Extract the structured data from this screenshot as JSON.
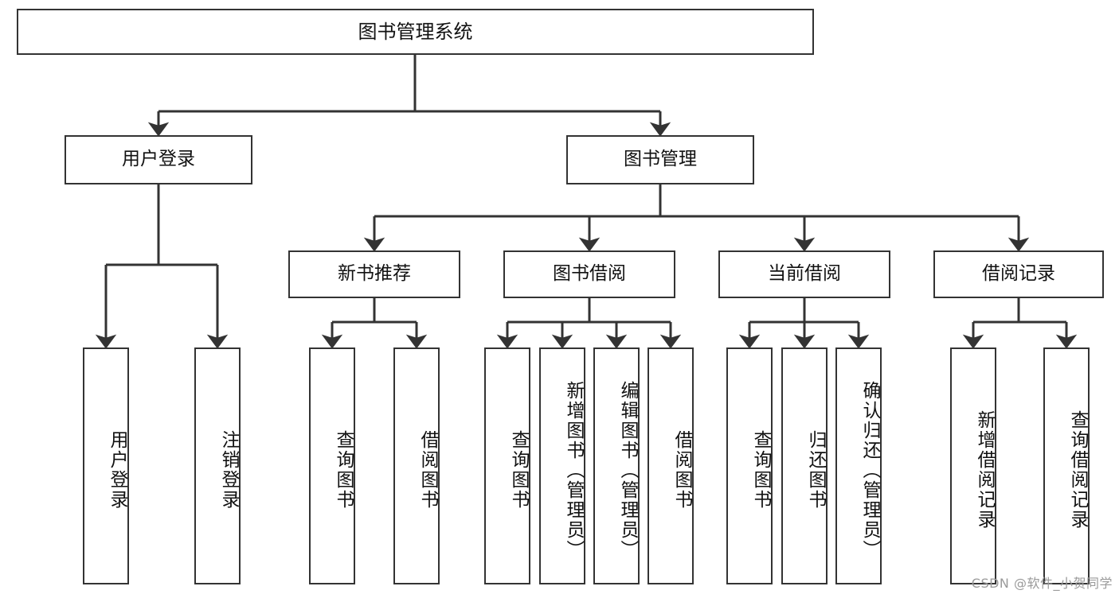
{
  "diagram": {
    "title": "图书管理系统",
    "type": "tree",
    "orientation": "top-down",
    "colors": {
      "box_border": "#333333",
      "box_fill": "#ffffff",
      "connector": "#333333",
      "text": "#111111",
      "watermark": "#9a9a9a"
    }
  },
  "root": {
    "label": "图书管理系统"
  },
  "level2": [
    {
      "id": "user-login",
      "label": "用户登录"
    },
    {
      "id": "book-management",
      "label": "图书管理"
    }
  ],
  "level3": [
    {
      "id": "new-book-recommend",
      "label": "新书推荐"
    },
    {
      "id": "book-borrow",
      "label": "图书借阅"
    },
    {
      "id": "current-borrow",
      "label": "当前借阅"
    },
    {
      "id": "borrow-record",
      "label": "借阅记录"
    }
  ],
  "leaves": {
    "user_login": [
      {
        "id": "leaf-user-login",
        "label": "用户登录"
      },
      {
        "id": "leaf-logout-login",
        "label": "注销登录"
      }
    ],
    "new_book_recommend": [
      {
        "id": "leaf-query-book-1",
        "label": "查询图书"
      },
      {
        "id": "leaf-borrow-book-1",
        "label": "借阅图书"
      }
    ],
    "book_borrow": [
      {
        "id": "leaf-query-book-2",
        "label": "查询图书"
      },
      {
        "id": "leaf-add-book-admin",
        "label": "新增图书（管理员）"
      },
      {
        "id": "leaf-edit-book-admin",
        "label": "编辑图书（管理员）"
      },
      {
        "id": "leaf-borrow-book-2",
        "label": "借阅图书"
      }
    ],
    "current_borrow": [
      {
        "id": "leaf-query-book-3",
        "label": "查询图书"
      },
      {
        "id": "leaf-return-book",
        "label": "归还图书"
      },
      {
        "id": "leaf-confirm-return-admin",
        "label": "确认归还（管理员）"
      }
    ],
    "borrow_record": [
      {
        "id": "leaf-add-borrow-record",
        "label": "新增借阅记录"
      },
      {
        "id": "leaf-query-borrow-record",
        "label": "查询借阅记录"
      }
    ]
  },
  "watermark": {
    "text": "CSDN @软件_小贺同学"
  }
}
